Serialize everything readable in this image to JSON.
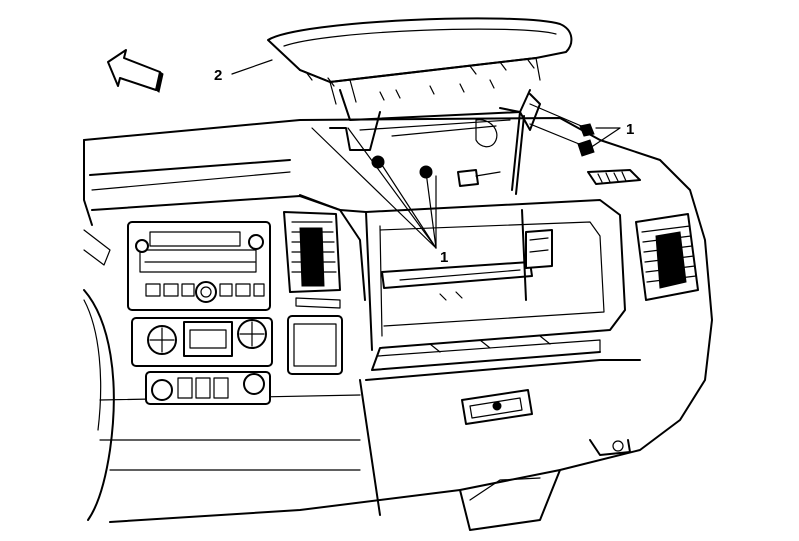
{
  "callouts": [
    {
      "id": "callout-2",
      "label": "2"
    },
    {
      "id": "callout-1-bolts",
      "label": "1"
    },
    {
      "id": "callout-1-center",
      "label": "1"
    }
  ],
  "arrow_icon": "direction-arrow-icon",
  "colors": {
    "line": "#000000",
    "background": "#ffffff",
    "shade": "#d9d9d9"
  }
}
